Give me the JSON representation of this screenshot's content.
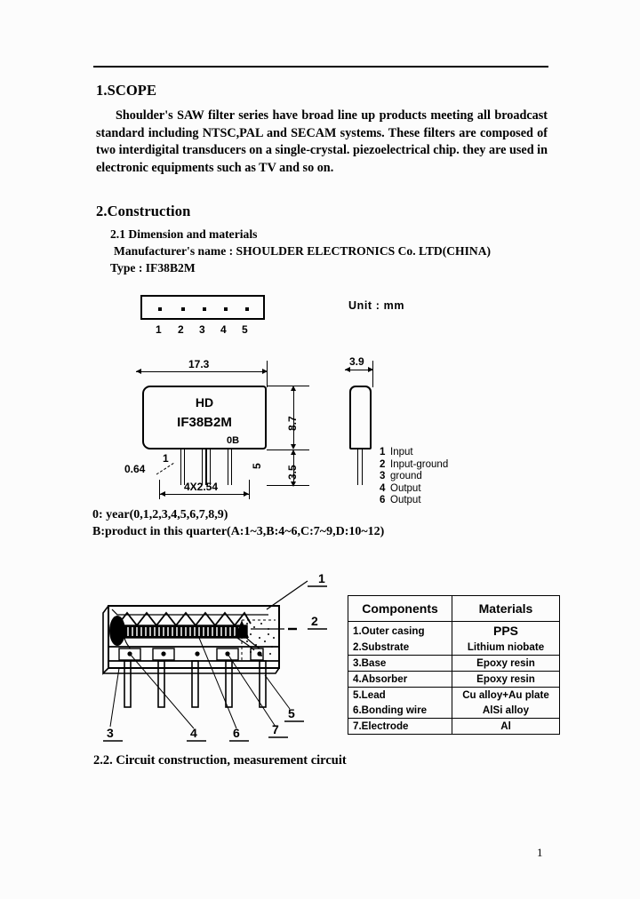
{
  "document": {
    "page_number": "1"
  },
  "sections": {
    "scope": {
      "heading": "1.SCOPE",
      "paragraph": "Shoulder's SAW filter series have broad line up products meeting all broadcast standard including NTSC,PAL and SECAM systems. These filters are composed of two interdigital transducers on a single-crystal. piezoelectrical chip. they are used in electronic equipments such as TV and so on."
    },
    "construction": {
      "heading": "2.Construction",
      "sub_heading": "2.1 Dimension and materials",
      "manufacturer": "Manufacturer's name : SHOULDER ELECTRONICS Co. LTD(CHINA)",
      "type": "Type   :   IF38B2M",
      "section_22": "2.2. Circuit construction, measurement circuit"
    }
  },
  "drawing": {
    "unit_label": "Unit : mm",
    "pin_numbers": [
      "1",
      "2",
      "3",
      "4",
      "5"
    ],
    "package_marking": {
      "line1": "HD",
      "line2": "IF38B2M",
      "date_code": "0B"
    },
    "dimensions": {
      "width": "17.3",
      "height": "8.7",
      "lead_length": "3.5",
      "lead_width": "0.64",
      "pitch": "4X2.54",
      "thickness": "3.9",
      "pin_first": "1",
      "pin_last": "5"
    },
    "pin_functions": [
      {
        "number": "1",
        "name": "Input"
      },
      {
        "number": "2",
        "name": "Input-ground"
      },
      {
        "number": "3",
        "name": "ground"
      },
      {
        "number": "4",
        "name": "Output"
      },
      {
        "number": "6",
        "name": "Output"
      }
    ],
    "date_code_notes": {
      "year": "0: year(0,1,2,3,4,5,6,7,8,9)",
      "quarter": "B:product in this quarter(A:1~3,B:4~6,C:7~9,D:10~12)"
    },
    "cutaway_callouts": [
      "1",
      "2",
      "3",
      "4",
      "5",
      "6",
      "7"
    ]
  },
  "materials_table": {
    "headers": [
      "Components",
      "Materials"
    ],
    "rows": [
      {
        "component": "1.Outer casing",
        "material": "PPS"
      },
      {
        "component": "2.Substrate",
        "material": "Lithium niobate"
      },
      {
        "component": "3.Base",
        "material": "Epoxy resin"
      },
      {
        "component": "4.Absorber",
        "material": "Epoxy resin"
      },
      {
        "component": "5.Lead",
        "material": "Cu alloy+Au plate"
      },
      {
        "component": "6.Bonding wire",
        "material": "AlSi alloy"
      },
      {
        "component": "7.Electrode",
        "material": "Al"
      }
    ]
  }
}
